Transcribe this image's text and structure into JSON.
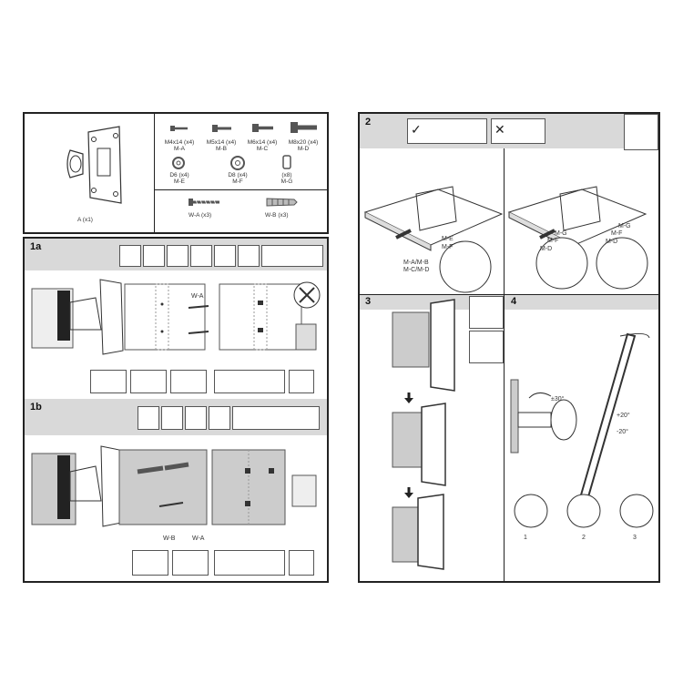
{
  "parts": {
    "bracket_label": "A (x1)",
    "screws": [
      {
        "size": "M4x14 (x4)",
        "code": "M-A"
      },
      {
        "size": "M5x14 (x4)",
        "code": "M-B"
      },
      {
        "size": "M6x14 (x4)",
        "code": "M-C"
      },
      {
        "size": "M8x20 (x4)",
        "code": "M-D"
      }
    ],
    "washers": [
      {
        "size": "D6 (x4)",
        "code": "M-E"
      },
      {
        "size": "D8 (x4)",
        "code": "M-F"
      },
      {
        "size": "(x8)",
        "code": "M-G"
      }
    ],
    "wall": [
      {
        "label": "W-A (x3)"
      },
      {
        "label": "W-B (x3)"
      }
    ]
  },
  "steps": {
    "s1a": {
      "num": "1a",
      "wa": "W-A"
    },
    "s1b": {
      "num": "1b",
      "wb": "W-B",
      "wa": "W-A"
    },
    "s2": {
      "num": "2",
      "left_callouts": [
        "M-E",
        "M-F",
        "M-A/M-B",
        "M-C/M-D"
      ],
      "right_callouts": [
        "M-G",
        "M-F",
        "M-D",
        "M-G",
        "M-F",
        "M-D"
      ]
    },
    "s3": {
      "num": "3"
    },
    "s4": {
      "num": "4",
      "swivel": "±30°",
      "tilt_up": "+20°",
      "tilt_down": "-20°",
      "circle_nums": [
        "1",
        "2",
        "3"
      ]
    }
  }
}
